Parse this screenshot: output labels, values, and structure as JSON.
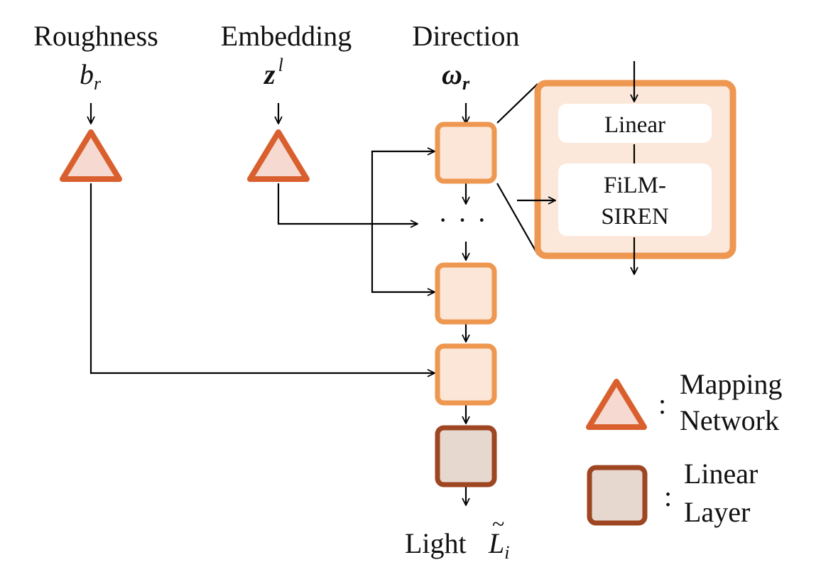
{
  "inputs": {
    "roughness": {
      "label": "Roughness",
      "symbol": "b",
      "subscript": "r"
    },
    "embedding": {
      "label": "Embedding",
      "symbol": "z",
      "superscript": "l"
    },
    "direction": {
      "label": "Direction",
      "symbol": "ω",
      "subscript": "r"
    }
  },
  "film_block": {
    "top_label": "Linear",
    "bottom_label_line1": "FiLM-",
    "bottom_label_line2": "SIREN"
  },
  "ellipsis": "· · ·",
  "output": {
    "label": "Light",
    "symbol": "L",
    "tilde": "~",
    "subscript": "i"
  },
  "legend": {
    "mapping_line1": "Mapping",
    "mapping_line2": "Network",
    "linear_line1": "Linear",
    "linear_line2": "Layer",
    "separator": ":"
  },
  "colors": {
    "triangle_stroke": "#d9602e",
    "triangle_fill": "#f6d9d0",
    "film_stroke": "#ee9750",
    "film_fill": "#fbe6d7",
    "linear_stroke": "#9e4521",
    "linear_fill": "#e6d7cf",
    "expand_bg": "#fce8da"
  }
}
